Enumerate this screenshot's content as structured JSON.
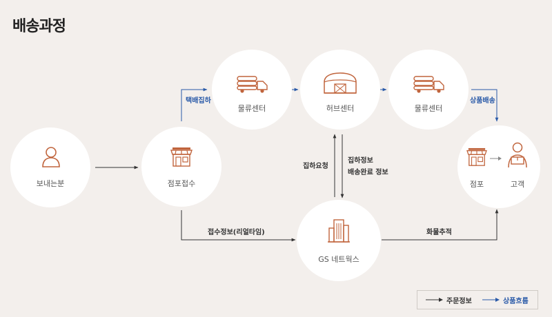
{
  "page_title": "배송과정",
  "nodes": {
    "sender": "보내는분",
    "store_receipt": "점포접수",
    "logistics_center_1": "물류센터",
    "hub_center": "허브센터",
    "logistics_center_2": "물류센터",
    "gs_network": "GS 네트웍스",
    "store": "점포",
    "customer": "고객"
  },
  "edges": {
    "courier_pickup": "택배집하",
    "product_delivery": "상품배송",
    "pickup_request": "집하요청",
    "pickup_info_line1": "집하정보",
    "pickup_info_line2": "배송완료 정보",
    "receipt_info": "접수정보(리얼타임)",
    "cargo_tracking": "화물추적"
  },
  "legend": {
    "order_info": "주문정보",
    "product_flow": "상품흐름"
  },
  "colors": {
    "accent_orange": "#c0643c",
    "flow_blue": "#2a5aa8",
    "info_dark": "#333333",
    "background": "#f3efec"
  }
}
